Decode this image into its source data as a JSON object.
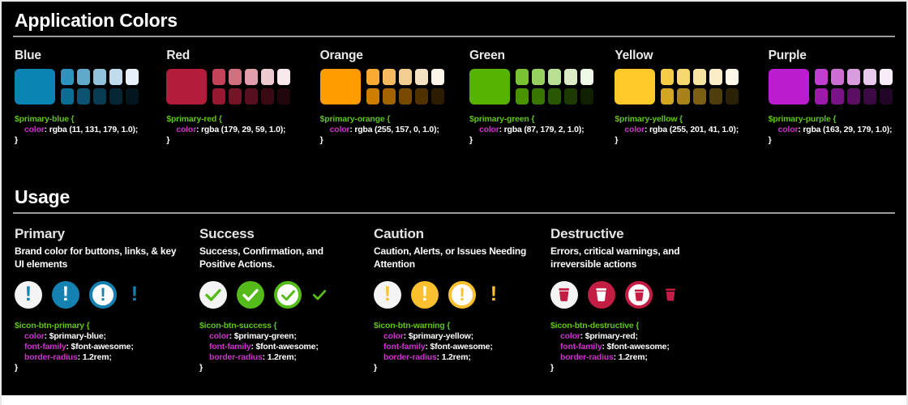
{
  "sections": {
    "colors_title": "Application Colors",
    "usage_title": "Usage"
  },
  "palette": [
    {
      "name": "Blue",
      "primary": "#0b83b3",
      "selector": "$primary-blue {",
      "property": "color",
      "value": "rgba (11, 131, 179, 1.0);",
      "close": "}",
      "tints": [
        "#2d93bd",
        "#5fa9cb",
        "#92c3da",
        "#c3dced",
        "#e6f2f8"
      ],
      "shades": [
        "#0b6d94",
        "#0a5472",
        "#073c52",
        "#052735",
        "#03161d"
      ]
    },
    {
      "name": "Red",
      "primary": "#b31d3b",
      "selector": "$primary-red {",
      "property": "color",
      "value": "rgba (179, 29, 59, 1.0);",
      "close": "}",
      "tints": [
        "#c24458",
        "#d1707f",
        "#dfa0aa",
        "#eccbd1",
        "#f8eaec"
      ],
      "shades": [
        "#951930",
        "#761427",
        "#570f1d",
        "#3a0a14",
        "#21060b"
      ]
    },
    {
      "name": "Orange",
      "primary": "#ff9d00",
      "selector": "$primary-orange {",
      "property": "color",
      "value": "rgba (255, 157, 0, 1.0);",
      "close": "}",
      "tints": [
        "#f8aa33",
        "#f6bb60",
        "#f4cd92",
        "#f4e0c3",
        "#fdf5e8"
      ],
      "shades": [
        "#cc7e00",
        "#a36400",
        "#784a00",
        "#503100",
        "#2d1c00"
      ]
    },
    {
      "name": "Green",
      "primary": "#57b302",
      "selector": "$primary-green {",
      "property": "color",
      "value": "rgba (87, 179, 2, 1.0);",
      "close": "}",
      "tints": [
        "#78c234",
        "#97d160",
        "#b8df93",
        "#d9ecc4",
        "#f0f8e8"
      ],
      "shades": [
        "#489501",
        "#397601",
        "#2a5701",
        "#1c3a01",
        "#102100"
      ]
    },
    {
      "name": "Yellow",
      "primary": "#ffc929",
      "selector": "$primary-yellow {",
      "property": "color",
      "value": "rgba (255, 201, 41, 1.0);",
      "close": "}",
      "tints": [
        "#f7cc46",
        "#f7d86f",
        "#f8e4a1",
        "#faedc7",
        "#fdf8e9"
      ],
      "shades": [
        "#d3a520",
        "#a8831a",
        "#7b6013",
        "#4f3d0c",
        "#2b2106"
      ]
    },
    {
      "name": "Purple",
      "primary": "#bb1ecf",
      "selector": "$primary-purple {",
      "property": "color",
      "value": "rgba (163, 29, 179, 1.0);",
      "close": "}",
      "tints": [
        "#bf40cd",
        "#cb6fd5",
        "#d99ddf",
        "#e9c9ec",
        "#f8ecf9"
      ],
      "shades": [
        "#9a1aa9",
        "#7a1486",
        "#5a0f63",
        "#3c0a42",
        "#220625"
      ]
    }
  ],
  "usage": [
    {
      "title": "Primary",
      "description": "Brand color for buttons, links, & key UI elements",
      "accent": "#1581b1",
      "icon": "exclamation-circle-icon",
      "selector": "$icon-btn-primary {",
      "lines": [
        {
          "prop": "color",
          "val": "$primary-blue;"
        },
        {
          "prop": "font-family",
          "val": "$font-awesome;"
        },
        {
          "prop": "border-radius",
          "val": "1.2rem;"
        }
      ],
      "close": "}"
    },
    {
      "title": "Success",
      "description": "Success, Confirmation, and Positive Actions.",
      "accent": "#55bb1b",
      "icon": "check-circle-icon",
      "selector": "$icon-btn-success {",
      "lines": [
        {
          "prop": "color",
          "val": "$primary-green;"
        },
        {
          "prop": "font-family",
          "val": "$font-awesome;"
        },
        {
          "prop": "border-radius",
          "val": "1.2rem;"
        }
      ],
      "close": "}"
    },
    {
      "title": "Caution",
      "description": "Caution, Alerts, or Issues Needing Attention",
      "accent": "#fbc02d",
      "icon": "exclamation-circle-icon",
      "selector": "$icon-btn-warning {",
      "lines": [
        {
          "prop": "color",
          "val": "$primary-yellow;"
        },
        {
          "prop": "font-family",
          "val": "$font-awesome;"
        },
        {
          "prop": "border-radius",
          "val": "1.2rem;"
        }
      ],
      "close": "}"
    },
    {
      "title": "Destructive",
      "description": "Errors, critical warnings, and irreversible actions",
      "accent": "#c31d43",
      "icon": "trash-icon",
      "selector": "$icon-btn-destructive {",
      "lines": [
        {
          "prop": "color",
          "val": "$primary-red;"
        },
        {
          "prop": "font-family",
          "val": "$font-awesome;"
        },
        {
          "prop": "border-radius",
          "val": "1.2rem;"
        }
      ],
      "close": "}"
    }
  ],
  "theme": {
    "background": "#000000",
    "rule": "#9a9a9a",
    "code_selector": "#5ec415",
    "code_property": "#cc33cc",
    "code_value": "#ffffff"
  }
}
